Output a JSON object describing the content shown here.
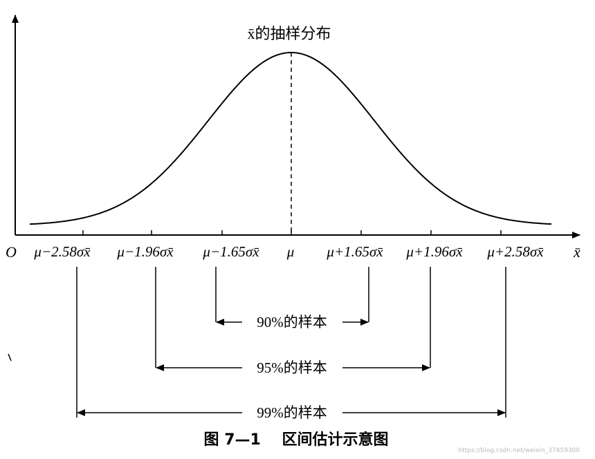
{
  "curve_title": "x̄的抽样分布",
  "origin_label": "O",
  "x_axis_label": "x̄",
  "tick_labels": [
    "μ−2.58σx̄",
    "μ−1.96σx̄",
    "μ−1.65σx̄",
    "μ",
    "μ+1.65σx̄",
    "μ+1.96σx̄",
    "μ+2.58σx̄"
  ],
  "intervals": [
    {
      "label": "90%的样本",
      "z": 1.65
    },
    {
      "label": "95%的样本",
      "z": 1.96
    },
    {
      "label": "99%的样本",
      "z": 2.58
    }
  ],
  "caption": "图 7—1    区间估计示意图",
  "watermark": "https://blog.csdn.net/weixin_37459300"
}
